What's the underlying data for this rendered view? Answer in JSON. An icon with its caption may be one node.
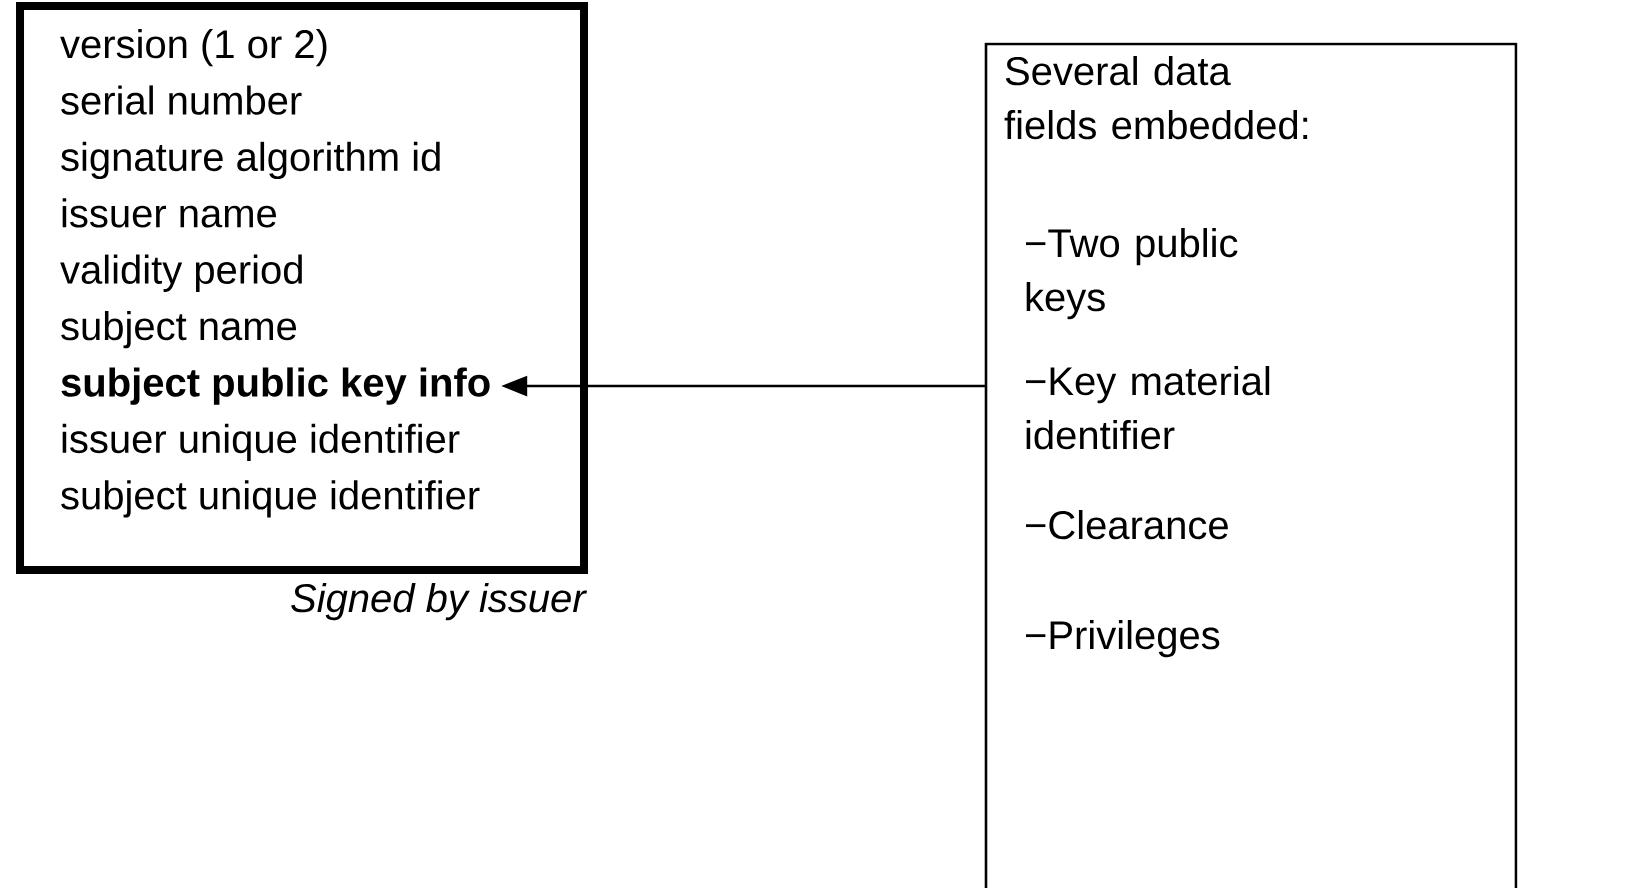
{
  "diagram": {
    "nodes": [
      {
        "text": [
          "version (1 or 2)",
          "serial number",
          "signature algorithm id",
          "issuer name",
          "validity period",
          "subject name",
          "subject public key info",
          "issuer unique identifier",
          "subject unique identifier"
        ],
        "beside": [
          "Signed by issuer"
        ]
      },
      {
        "text": [
          "Several data fields embedded:",
          "−Two public keys",
          "−Key material identifier",
          "−Clearance",
          "−Privileges"
        ]
      }
    ],
    "edges": [
      {
        "from": 1,
        "to": 0,
        "arrow": "to"
      }
    ]
  }
}
